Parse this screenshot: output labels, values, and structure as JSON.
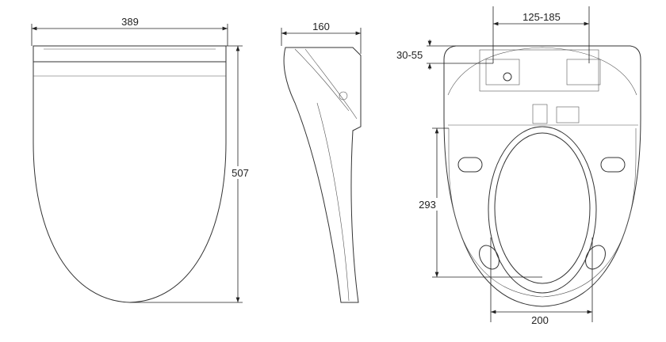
{
  "front_view": {
    "width_label": "389",
    "height_label": "507"
  },
  "side_view": {
    "depth_label": "160"
  },
  "top_view": {
    "hinge_spacing_label": "125-185",
    "hinge_offset_label": "30-55",
    "seat_length_label": "293",
    "opening_width_label": "200"
  }
}
